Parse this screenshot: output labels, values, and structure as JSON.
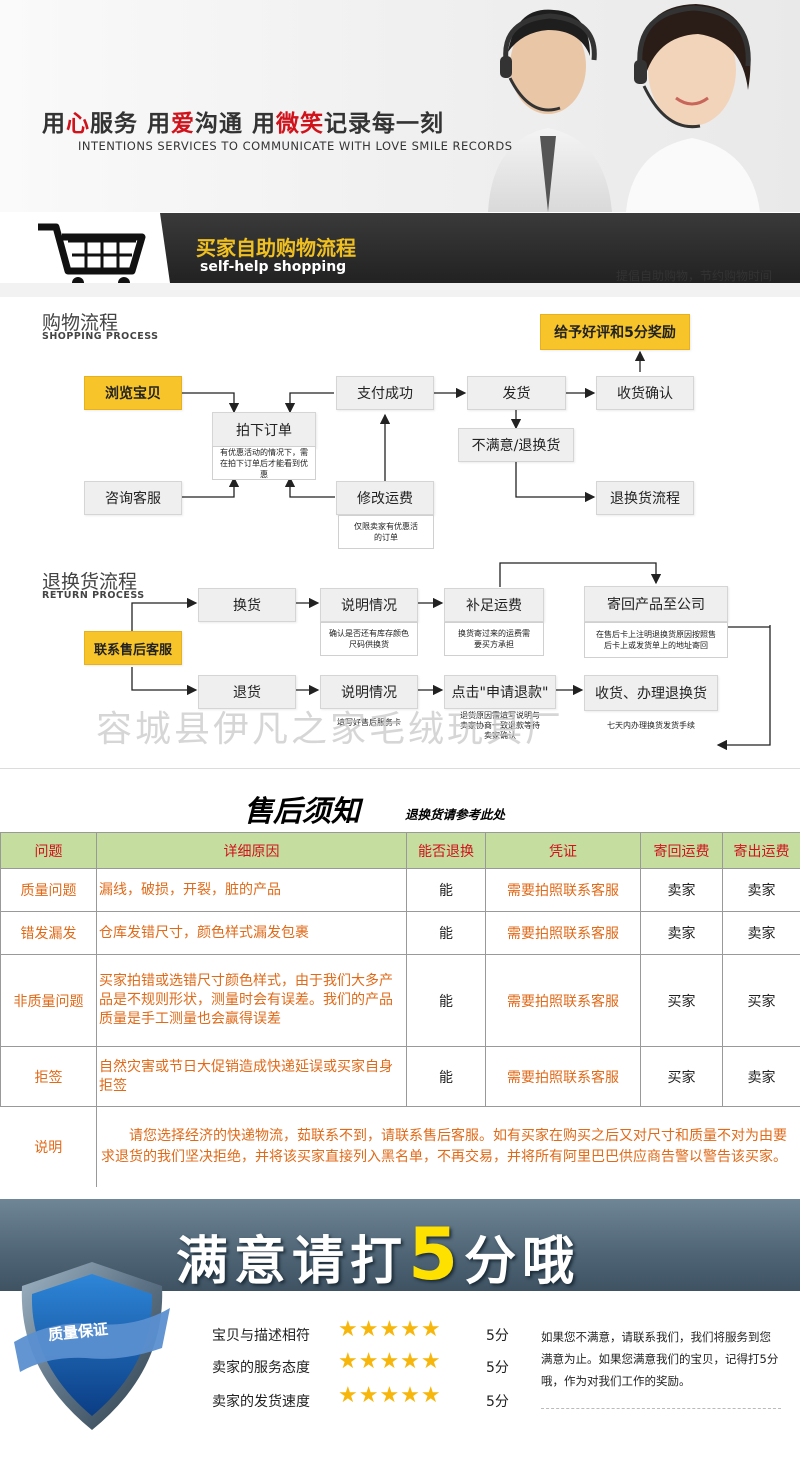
{
  "banner": {
    "slogan_parts": [
      "用",
      "心",
      "服务 ",
      "用",
      "爱",
      "沟通 ",
      "用",
      "微笑",
      "记录每一刻"
    ],
    "slogan_en": "INTENTIONS SERVICES TO COMMUNICATE WITH LOVE SMILE RECORDS"
  },
  "shop_bar": {
    "title": "买家自助购物流程",
    "subtitle": "self-help shopping",
    "right_text": "提倡自助购物，节约购物时间"
  },
  "shopping_process": {
    "title": "购物流程",
    "title_en": "SHOPPING PROCESS",
    "boxes": {
      "browse": "浏览宝贝",
      "consult": "咨询客服",
      "order": "拍下订单",
      "order_note": "有优惠活动的情况下，需在拍下订单后才能看到优惠",
      "pay": "支付成功",
      "modify": "修改运费",
      "modify_note": "仅限卖家有优惠活的订单",
      "ship": "发货",
      "receive": "收货确认",
      "reward": "给予好评和5分奖励",
      "unsatisfied": "不满意/退换货",
      "return_flow": "退换货流程"
    }
  },
  "return_process": {
    "title": "退换货流程",
    "title_en": "RETURN PROCESS",
    "boxes": {
      "contact": "联系售后客服",
      "exchange": "换货",
      "explain1": "说明情况",
      "explain1_note": "确认是否还有库存颜色尺码供换货",
      "supplement": "补足运费",
      "supplement_note": "换货寄过来的运费需要买方承担",
      "send_back": "寄回产品至公司",
      "send_back_note": "在售后卡上注明退换货原因按照售后卡上或发货单上的地址寄回",
      "refund": "退货",
      "explain2": "说明情况",
      "explain2_note": "填写好售后服务卡",
      "apply": "点击\"申请退款\"",
      "apply_note": "退货原因需填写说明与卖家协商一致退款等待卖家确认",
      "receive_refund": "收货、办理退换货",
      "receive_note": "七天内办理换货发货手续"
    }
  },
  "watermark": "容城县伊凡之家毛绒玩具厂",
  "after_sale": {
    "title": "售后须知",
    "subtitle": "退换货请参考此处",
    "headers": [
      "问题",
      "详细原因",
      "能否退换",
      "凭证",
      "寄回运费",
      "寄出运费"
    ],
    "rows": [
      {
        "issue": "质量问题",
        "detail": "漏线，破损，开裂，脏的产品",
        "can_return": "能",
        "proof": "需要拍照联系客服",
        "return_fee": "卖家",
        "send_fee": "卖家"
      },
      {
        "issue": "错发漏发",
        "detail": "仓库发错尺寸，颜色样式漏发包裹",
        "can_return": "能",
        "proof": "需要拍照联系客服",
        "return_fee": "卖家",
        "send_fee": "卖家"
      },
      {
        "issue": "非质量问题",
        "detail": "买家拍错或选错尺寸颜色样式，由于我们大多产品是不规则形状，测量时会有误差。我们的产品质量是手工测量也会赢得误差",
        "can_return": "能",
        "proof": "需要拍照联系客服",
        "return_fee": "买家",
        "send_fee": "买家"
      },
      {
        "issue": "拒签",
        "detail": "自然灾害或节日大促销造成快递延误或买家自身拒签",
        "can_return": "能",
        "proof": "需要拍照联系客服",
        "return_fee": "买家",
        "send_fee": "卖家"
      }
    ],
    "note_label": "说明",
    "note_text": "请您选择经济的快递物流，茹联系不到，请联系售后客服。如有买家在购买之后又对尺寸和质量不对为由要求退货的我们坚决拒绝，并将该买家直接列入黑名单，不再交易，并将所有阿里巴巴供应商告警以警告该买家。"
  },
  "rating": {
    "title_pre": "满意请打",
    "title_num": "5",
    "title_post": "分哦",
    "badge": "质量保证",
    "items": [
      {
        "label": "宝贝与描述相符",
        "stars": "★★★★★",
        "score": "5分"
      },
      {
        "label": "卖家的服务态度",
        "stars": "★★★★★",
        "score": "5分"
      },
      {
        "label": "卖家的发货速度",
        "stars": "★★★★★",
        "score": "5分"
      }
    ],
    "note": "如果您不满意，请联系我们，我们将服务到您满意为止。如果您满意我们的宝贝，记得打5分哦，作为对我们工作的奖励。"
  },
  "colors": {
    "accent_red": "#d0121b",
    "accent_yellow": "#f7c52a",
    "table_header": "#c5dea0",
    "text_orange": "#e06a18"
  }
}
